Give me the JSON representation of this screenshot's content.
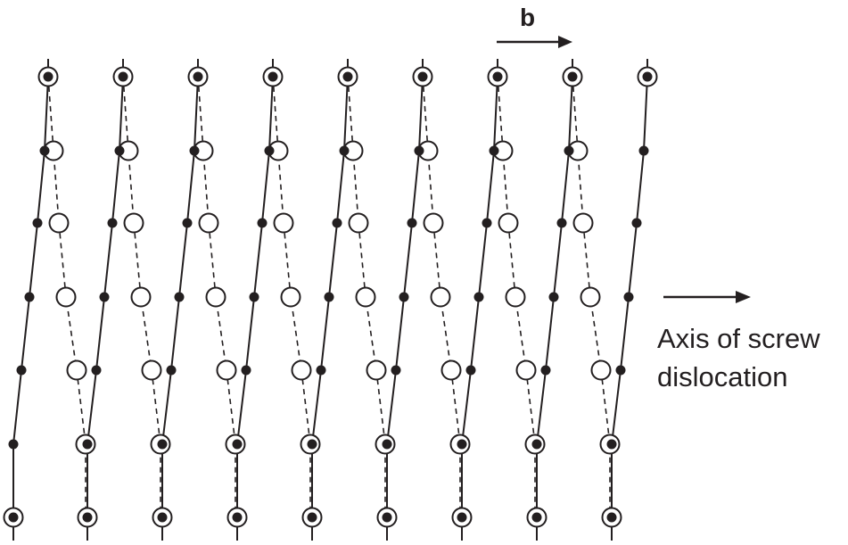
{
  "labels": {
    "burgers_vector": "b",
    "axis_line1": "Axis of screw",
    "axis_line2": "dislocation"
  },
  "colors": {
    "ink": "#231f20",
    "background": "#ffffff"
  }
}
